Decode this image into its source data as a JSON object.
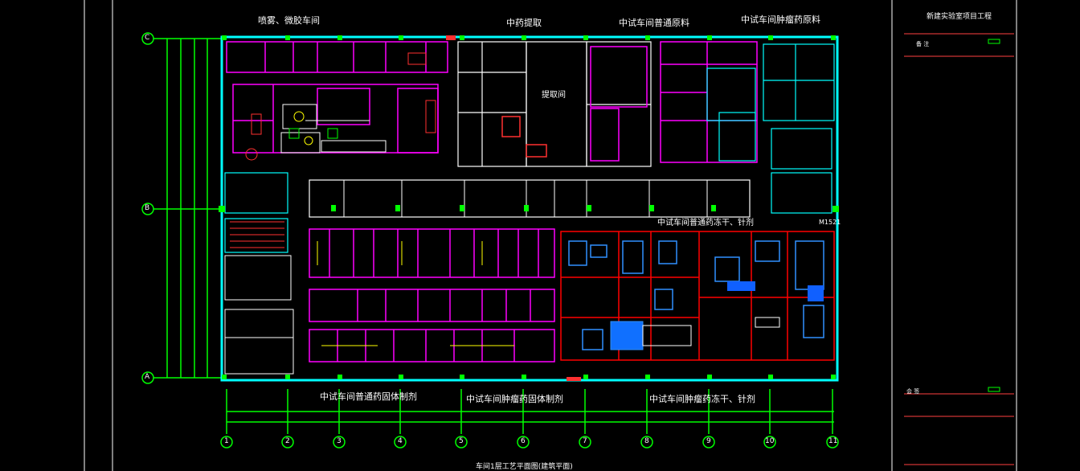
{
  "top_labels": {
    "spray_capsule": "喷雾、微胶车间",
    "herb_extract": "中药提取",
    "trial_general_raw": "中试车间普通原料",
    "trial_antitumor_raw": "中试车间肿瘤药原料"
  },
  "bottom_labels": {
    "trial_general_solid": "中试车间普通药固体制剂",
    "trial_antitumor_solid": "中试车间肿瘤药固体制剂",
    "trial_antitumor_freeze": "中试车间肿瘤药冻干、针剂"
  },
  "mid_labels": {
    "general_freeze": "中试车间普通药冻干、针剂",
    "extract_room": "提取间",
    "door_tag": "M1521"
  },
  "drawing_title": "车间1层工艺平面图(建筑平面)",
  "title_block": {
    "project": "新建实验室项目工程",
    "remark": "备    注",
    "sign": "会    签"
  },
  "grid_rows": [
    "C",
    "B",
    "A"
  ],
  "grid_cols": [
    "1",
    "2",
    "3",
    "4",
    "5",
    "6",
    "7",
    "8",
    "9",
    "10",
    "11"
  ],
  "colors": {
    "background": "#000000",
    "wall": "#00ffff",
    "grid": "#00ff00",
    "room_magenta": "#ff00ff",
    "room_red": "#ff0000",
    "equipment_blue": "#0080ff",
    "text": "#ffffff",
    "yellow": "#ffff00"
  }
}
